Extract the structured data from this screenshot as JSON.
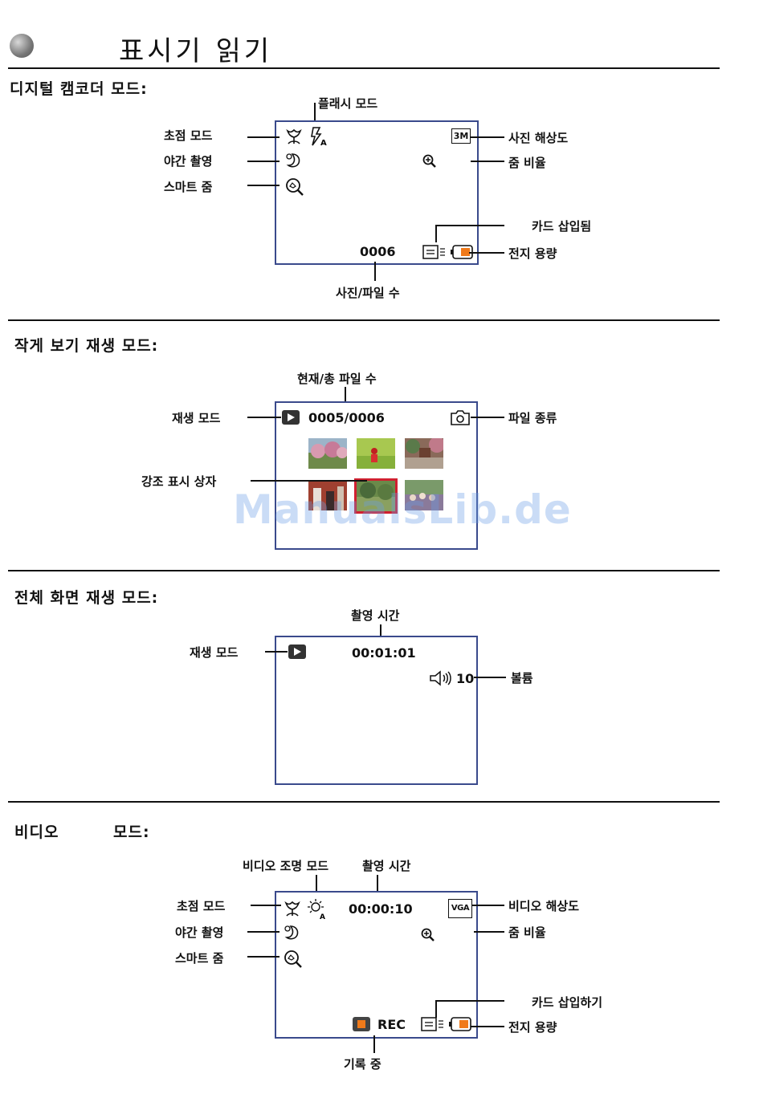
{
  "page": {
    "title": "표시기 읽기",
    "watermark": "ManualsLib.de"
  },
  "camcorder": {
    "heading": "디지털 캠코더 모드:",
    "labels": {
      "flash_mode": "플래시 모드",
      "focus_mode": "초점 모드",
      "night_shot": "야간 촬영",
      "smart_zoom": "스마트 줌",
      "photo_resolution": "사진 해상도",
      "zoom_ratio": "줌 비율",
      "card_inserted": "카드 삽입됨",
      "battery": "전지 용량",
      "photo_file_count": "사진/파일 수"
    },
    "count": "0006",
    "resolution_badge": "3M"
  },
  "thumbnail": {
    "heading": "작게 보기 재생 모드:",
    "labels": {
      "current_total": "현재/총 파일 수",
      "play_mode": "재생 모드",
      "file_type": "파일 종류",
      "highlight_box": "강조 표시 상자"
    },
    "counter": "0005/0006"
  },
  "fullscreen": {
    "heading": "전체 화면 재생 모드:",
    "labels": {
      "record_time": "촬영 시간",
      "play_mode": "재생 모드",
      "volume": "볼륨"
    },
    "time": "00:01:01",
    "volume_value": "10"
  },
  "video": {
    "heading_a": "비디오",
    "heading_b": "모드:",
    "labels": {
      "video_light": "비디오 조명 모드",
      "record_time": "촬영 시간",
      "focus_mode": "초점 모드",
      "night_shot": "야간 촬영",
      "smart_zoom": "스마트 줌",
      "video_resolution": "비디오 해상도",
      "zoom_ratio": "줌 비율",
      "card_insert": "카드 삽입하기",
      "battery": "전지 용량",
      "recording": "기록 중"
    },
    "time": "00:00:10",
    "rec": "REC",
    "resolution_badge": "VGA"
  },
  "colors": {
    "screen_border": "#3a4a8c",
    "battery_fill": "#f07a1a",
    "highlight_box": "#d02030"
  }
}
